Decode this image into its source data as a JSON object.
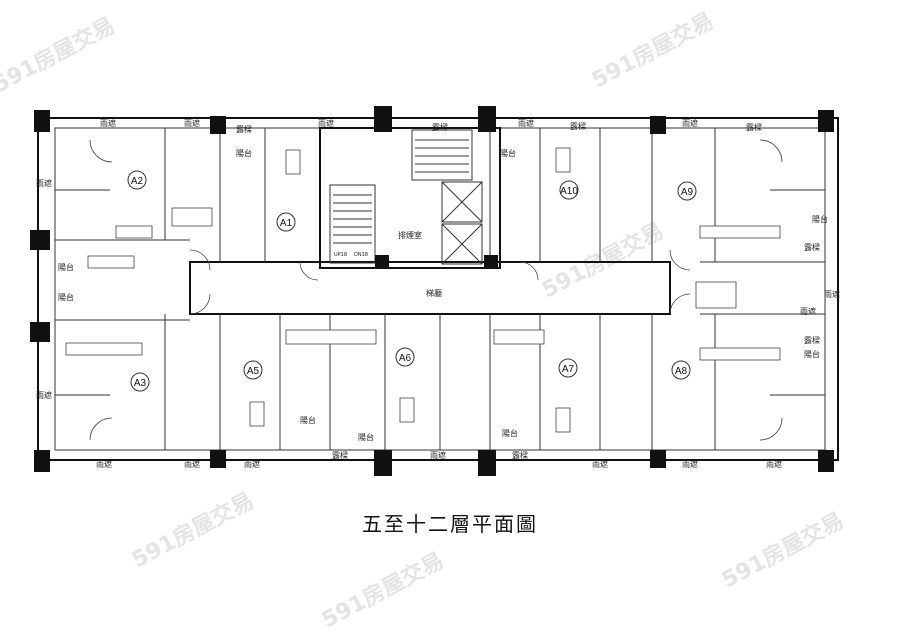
{
  "title": "五至十二層平面圖",
  "watermark": "591房屋交易",
  "units": [
    "A1",
    "A2",
    "A3",
    "A5",
    "A6",
    "A7",
    "A8",
    "A9",
    "A10"
  ],
  "labels": {
    "canopy": "雨遮",
    "balcony": "陽台",
    "terrace": "露樑",
    "corridor": "梯廳",
    "stair_lobby": "排煙室",
    "up": "UP18",
    "dn": "DN18"
  },
  "colors": {
    "wall": "#111111",
    "watermark": "#e4e4e4"
  }
}
